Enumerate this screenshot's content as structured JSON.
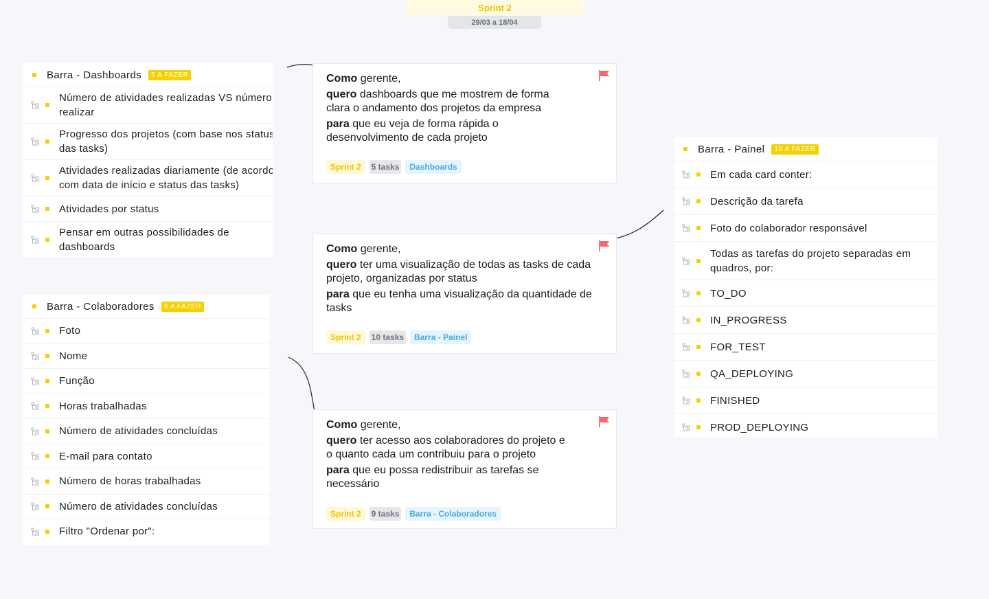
{
  "sprint": {
    "title": "Sprint 2",
    "dates": "29/03 a 18/04"
  },
  "lists": [
    {
      "title": "Barra - Dashboards",
      "badge": "5 A FAZER",
      "items": [
        "Número de atividades realizadas VS número a realizar",
        "Progresso dos projetos (com base nos status das tasks)",
        "Atividades realizadas diariamente (de acordo com data de início e status das tasks)",
        "Atividades por status",
        "Pensar em outras possibilidades de dashboards"
      ]
    },
    {
      "title": "Barra - Colaboradores",
      "badge": "9 A FAZER",
      "items": [
        "Foto",
        "Nome",
        "Função",
        "Horas trabalhadas",
        "Número de atividades concluídas",
        "E-mail para contato",
        "Número de horas trabalhadas",
        "Número de atividades concluídas",
        "Filtro \"Ordenar por\":"
      ]
    },
    {
      "title": "Barra - Painel",
      "badge": "10 A FAZER",
      "items": [
        "Em cada card conter:",
        "Descrição da tarefa",
        "Foto do colaborador responsável",
        "Todas as tarefas do projeto separadas em quadros, por:",
        "TO_DO",
        "IN_PROGRESS",
        "FOR_TEST",
        "QA_DEPLOYING",
        "FINISHED",
        "PROD_DEPLOYING"
      ]
    }
  ],
  "stories": [
    {
      "como_label": "Como",
      "como": " gerente,",
      "quero_label": "quero",
      "quero": " dashboards que me mostrem de forma clara o andamento dos projetos da empresa",
      "para_label": "para",
      "para": " que eu veja de forma rápida o desenvolvimento de cada projeto",
      "tags": {
        "sprint": "Sprint 2",
        "count": "5 tasks",
        "bar": "Dashboards"
      },
      "flag_color": "#f46a6a"
    },
    {
      "como_label": "Como",
      "como": " gerente,",
      "quero_label": "quero",
      "quero": " ter uma visualização de todas as tasks de cada projeto, organizadas por status",
      "para_label": "para",
      "para": " que eu tenha uma visualização da quantidade de tasks",
      "tags": {
        "sprint": "Sprint 2",
        "count": "10 tasks",
        "bar": "Barra - Painel"
      },
      "flag_color": "#f46a6a"
    },
    {
      "como_label": "Como",
      "como": " gerente,",
      "quero_label": "quero",
      "quero": " ter acesso aos colaboradores do projeto e o quanto cada um contribuiu para o projeto",
      "para_label": "para",
      "para": " que eu possa redistribuir as tarefas se necessário",
      "tags": {
        "sprint": "Sprint 2",
        "count": "9 tasks",
        "bar": "Barra - Colaboradores"
      },
      "flag_color": "#f46a6a"
    }
  ],
  "colors": {
    "accent_yellow": "#f7d002",
    "tag_blue": "#4aa8e6",
    "flag_red": "#f46a6a"
  },
  "icons": [
    "subtask-tree-icon",
    "flag-icon"
  ]
}
